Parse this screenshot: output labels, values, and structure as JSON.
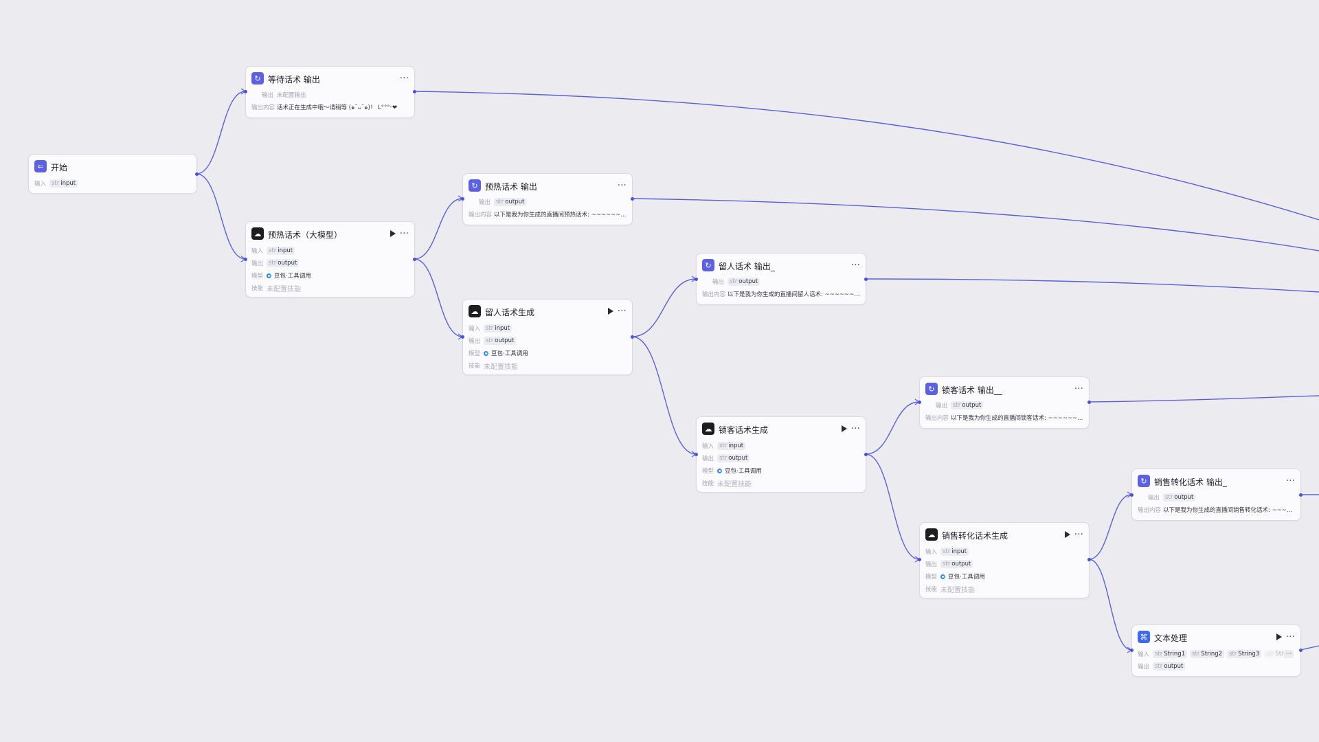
{
  "colors": {
    "edge": "#5a60d8",
    "accent": "#5b61e0",
    "canvas": "#ececf0"
  },
  "labels": {
    "input": "输入",
    "output": "输出",
    "model": "模型",
    "skill": "技能",
    "output_content": "输出内容",
    "type_str": "str"
  },
  "nodes": {
    "start": {
      "title": "开始",
      "icon": "start-icon",
      "input": "input"
    },
    "wait_output": {
      "title": "等待话术 输出",
      "icon": "output-node-icon",
      "output": "未配置输出",
      "content": "话术正在生成中哦～请稍等 (๑˘ᴗ˘๑)！ L°°°ᵕ❤"
    },
    "warmup_llm": {
      "title": "预热话术（大模型）",
      "icon": "llm-icon",
      "input": "input",
      "output": "output",
      "model": "豆包·工具调用",
      "skill": "未配置技能"
    },
    "warmup_output": {
      "title": "预热话术 输出",
      "icon": "output-node-icon",
      "output": "output",
      "content": "以下是我为你生成的直播间预热话术: ~~~~~~..."
    },
    "retain_gen": {
      "title": "留人话术生成",
      "icon": "llm-icon",
      "input": "input",
      "output": "output",
      "model": "豆包·工具调用",
      "skill": "未配置技能"
    },
    "retain_output": {
      "title": "留人话术 输出_",
      "icon": "output-node-icon",
      "output": "output",
      "content": "以下是我为你生成的直播间留人话术: ~~~~~~..."
    },
    "lock_gen": {
      "title": "锁客话术生成",
      "icon": "llm-icon",
      "input": "input",
      "output": "output",
      "model": "豆包·工具调用",
      "skill": "未配置技能"
    },
    "lock_output": {
      "title": "锁客话术 输出__",
      "icon": "output-node-icon",
      "output": "output",
      "content": "以下是我为你生成的直播间锁客话术: ~~~~~~..."
    },
    "sales_gen": {
      "title": "销售转化话术生成",
      "icon": "llm-icon",
      "input": "input",
      "output": "output",
      "model": "豆包·工具调用",
      "skill": "未配置技能"
    },
    "sales_output": {
      "title": "销售转化话术 输出_",
      "icon": "output-node-icon",
      "output": "output",
      "content": "以下是我为你生成的直播间销售转化话术: ~~~..."
    },
    "text_proc": {
      "title": "文本处理",
      "icon": "text-process-icon",
      "inputs": [
        "String1",
        "String2",
        "String3",
        "Str"
      ],
      "output": "output"
    }
  }
}
